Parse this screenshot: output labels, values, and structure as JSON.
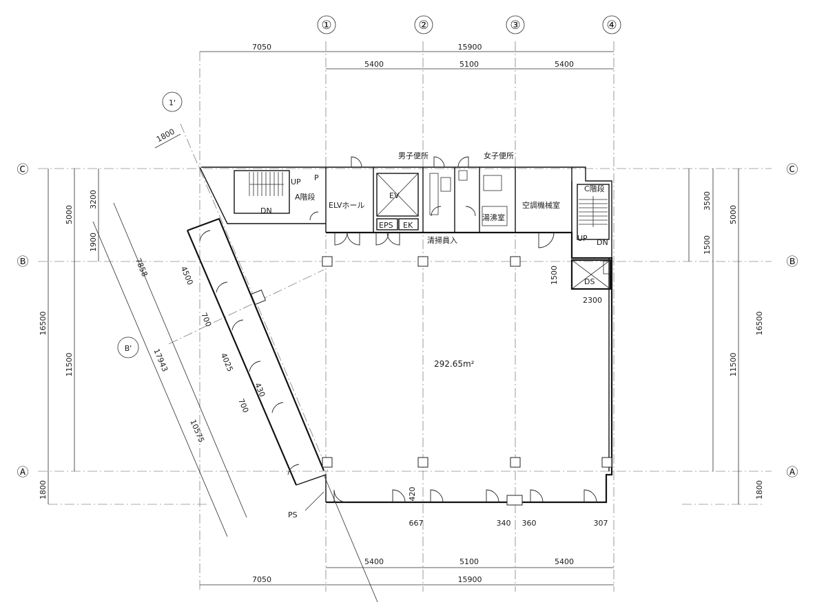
{
  "axes": {
    "numbered": [
      "①",
      "②",
      "③",
      "④"
    ],
    "lettered_left": [
      "Ⓒ",
      "Ⓑ",
      "Ⓐ"
    ],
    "lettered_right": [
      "Ⓒ",
      "Ⓑ",
      "Ⓐ"
    ],
    "diagonal": [
      "1'",
      "B'"
    ]
  },
  "dimensions": {
    "top_total_left": "7050",
    "top_total_right": "15900",
    "top_spans": [
      "5400",
      "5100",
      "5400"
    ],
    "bottom_spans": [
      "5400",
      "5100",
      "5400"
    ],
    "bottom_total_left": "7050",
    "bottom_total_right": "15900",
    "left_total": "16500",
    "left_upper": "5000",
    "left_upper_a": "3200",
    "left_upper_b": "1900",
    "left_lower": "11500",
    "left_bottom": "1800",
    "right_total": "16500",
    "right_upper": "5000",
    "right_upper_a": "3500",
    "right_upper_b": "1500",
    "right_lower": "11500",
    "right_bottom": "1800",
    "diag_top": "1800",
    "diag_total": "17943",
    "diag_upper": "7858",
    "diag_lower": "10575",
    "diag_a": "4500",
    "diag_b": "700",
    "diag_c": "4025",
    "diag_d": "700",
    "diag_e": "430",
    "ds_height": "1500",
    "ds_width": "2300",
    "bottom_small_1": "420",
    "bottom_small_2": "667",
    "bottom_small_3": "340",
    "bottom_small_4": "360",
    "bottom_small_5": "307"
  },
  "rooms": {
    "stair_a": "A階段",
    "stair_c": "C階段",
    "elv_hall": "ELVホール",
    "elv": "EV",
    "eps": "EPS",
    "ek": "EK",
    "mens_wc": "男子便所",
    "womens_wc": "女子便所",
    "pantry": "湯沸室",
    "hvac": "空調機械室",
    "cleaning": "清掃員入",
    "ds": "DS",
    "ps": "PS",
    "up": "UP",
    "dn": "DN",
    "p_mark": "P",
    "area": "292.65m²"
  }
}
